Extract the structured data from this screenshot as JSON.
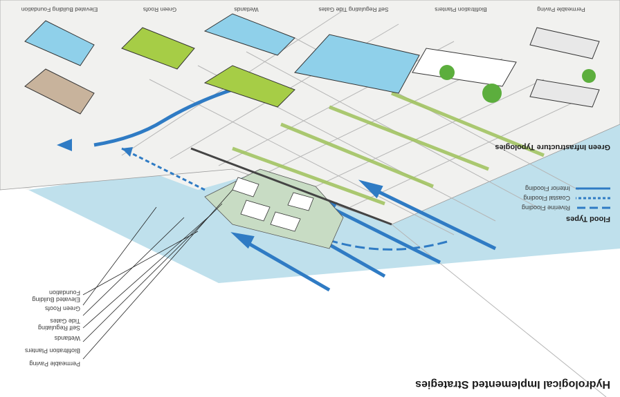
{
  "main_title": "Hydrological Implemented Strategies",
  "strategies": {
    "permeable_paving": "Permeable Paving",
    "biofiltration_planters": "Biofiltration Planters",
    "wetlands": "Wetlands",
    "self_regulating_tide_gates": "Self Regulating Tide Gates",
    "green_roofs": "Green Roofs",
    "elevated_building_foundation": "Elevated Building Foundation"
  },
  "flood_types": {
    "title": "Flood Types",
    "items": [
      "Riverine Flooding",
      "Coastal Flooding",
      "Interior Flooding"
    ]
  },
  "typologies": {
    "title": "Green Infrastructure Typologies",
    "items": [
      "Permeable Paving",
      "Biofiltration Planters",
      "Self Regulating Tide Gates",
      "Wetlands",
      "Green Roofs",
      "Elevated Building Foundation"
    ]
  },
  "colors": {
    "water": "#bfe0ec",
    "water_blue": "#8fd0ea",
    "flood_blue": "#2f7bc4",
    "green": "#a6cd46",
    "tan": "#c8b39c",
    "line": "#222222"
  }
}
